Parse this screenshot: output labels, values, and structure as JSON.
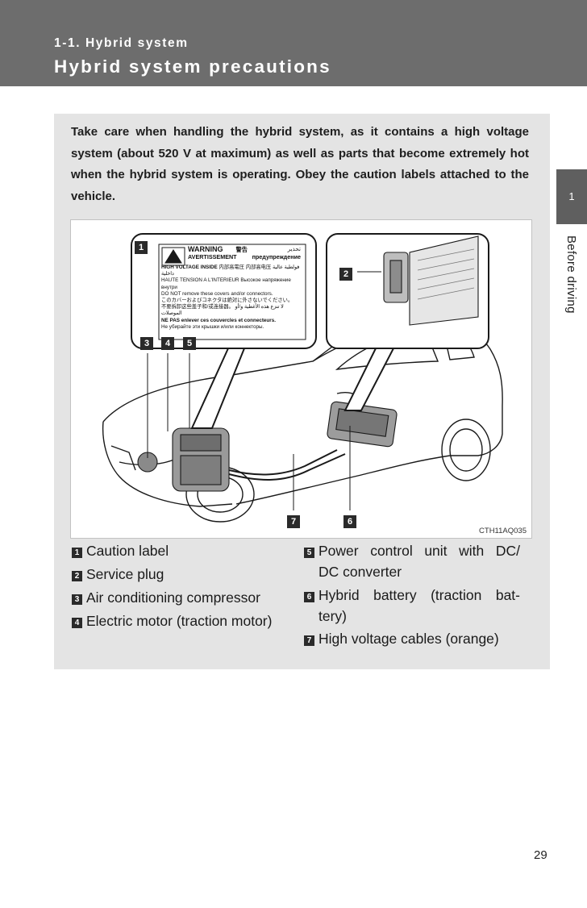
{
  "header": {
    "section": "1-1. Hybrid system",
    "title": "Hybrid system precautions"
  },
  "side_tab": {
    "number": "1",
    "label": "Before driving"
  },
  "intro": "Take care when handling the hybrid system, as it contains a high voltage system (about 520 V at maximum) as well as parts that become extremely hot when the hybrid system is operating. Obey the caution labels attached to the vehicle.",
  "figure": {
    "code": "CTH11AQ035",
    "caution_label": {
      "warning": "WARNING",
      "avertissement": "AVERTISSEMENT",
      "jp_warning": "警告",
      "ar_warning": "تحذير",
      "ru_warning": "предупреждение",
      "line1": "HIGH VOLTAGE INSIDE",
      "line1_jp": "内部高電圧",
      "line1_cn": "内部高电压",
      "line1_ar": "فولطية عالية داخلية",
      "line2": "HAUTE TENSION A L'INTERIEUR",
      "line2_ru": "Высокое напряжение внутри",
      "line3": "DO NOT remove these covers and/or connectors.",
      "line4": "このカバーおよびコネクタは絶対に外さないでください。",
      "line5": "不要拆卸这些盖子和/或连接器。",
      "line5_ar": "لا تنزع هذه الأغطية و/أو الموصلات",
      "line6": "NE PAS enlever ces couvercles et connecteurs.",
      "line7": "Не убирайте эти крышки и/или коннекторы."
    },
    "callouts": [
      "1",
      "2",
      "3",
      "4",
      "5",
      "6",
      "7"
    ]
  },
  "legend": [
    {
      "num": "1",
      "text": "Caution label"
    },
    {
      "num": "2",
      "text": "Service plug"
    },
    {
      "num": "3",
      "text": "Air conditioning compressor"
    },
    {
      "num": "4",
      "text": "Electric motor (traction motor)"
    },
    {
      "num": "5",
      "text_l1": "Power control unit with DC/",
      "text_l2": "DC converter"
    },
    {
      "num": "6",
      "text_l1": "Hybrid battery (traction bat-",
      "text_l2": "tery)"
    },
    {
      "num": "7",
      "text": "High voltage cables (orange)"
    }
  ],
  "page_number": "29"
}
